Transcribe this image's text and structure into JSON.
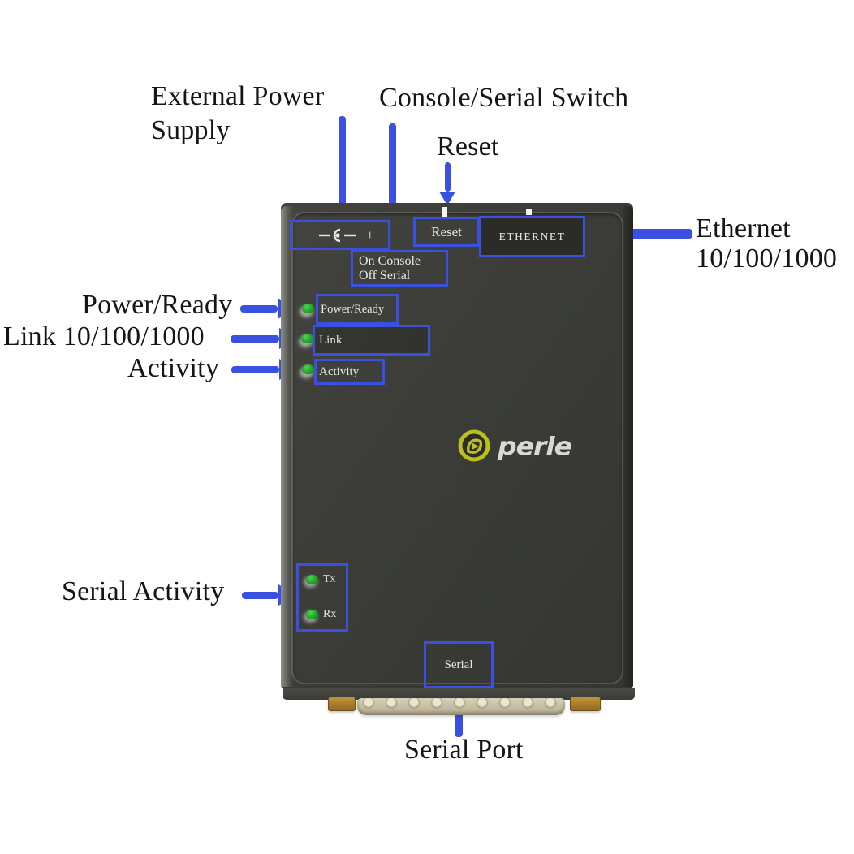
{
  "colors": {
    "callout_blue": "#3a50e0",
    "led_green": "#1ca527",
    "device_body": "#3c3d39",
    "logo_yellow": "#bcc01d",
    "label_black": "#151515",
    "device_text": "#e9e7e0"
  },
  "annotations": {
    "external_power_supply": "External Power Supply",
    "console_serial_switch": "Console/Serial Switch",
    "reset": "Reset",
    "ethernet": "Ethernet 10/100/1000",
    "power_ready": "Power/Ready",
    "link": "Link 10/100/1000",
    "activity": "Activity",
    "serial_activity": "Serial Activity",
    "serial_port": "Serial Port"
  },
  "device": {
    "brand": "perle",
    "panel_labels": {
      "reset": "Reset",
      "ethernet": "ETHERNET",
      "console_switch": [
        "On Console",
        "Off Serial"
      ],
      "power_ready": "Power/Ready",
      "link": "Link",
      "activity": "Activity",
      "tx": "Tx",
      "rx": "Rx",
      "serial": "Serial"
    },
    "power_polarity": {
      "minus": "−",
      "plus": "+"
    }
  }
}
